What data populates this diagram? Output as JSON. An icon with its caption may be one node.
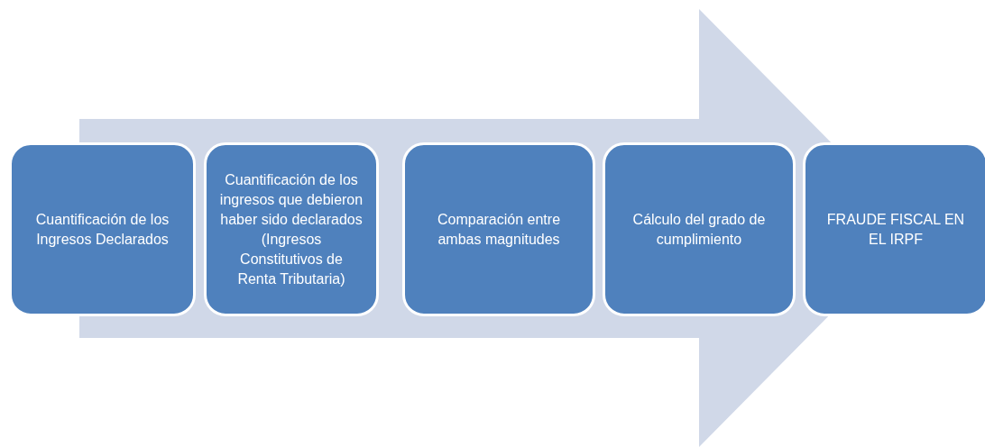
{
  "diagram": {
    "nodes": [
      {
        "text": [
          "Cuantificación de los Ingresos Declarados"
        ]
      },
      {
        "text": [
          "Cuantificación de los ingresos que debieron haber sido declarados (Ingresos Constitutivos de Renta Tributaria)"
        ]
      },
      {
        "text": [
          "Comparación entre ambas magnitudes"
        ]
      },
      {
        "text": [
          "Cálculo del grado de cumplimiento"
        ]
      },
      {
        "text": [
          "FRAUDE FISCAL EN EL IRPF"
        ]
      }
    ],
    "edges": [
      {
        "from": 0,
        "to": 4,
        "arrow": "to"
      }
    ]
  }
}
